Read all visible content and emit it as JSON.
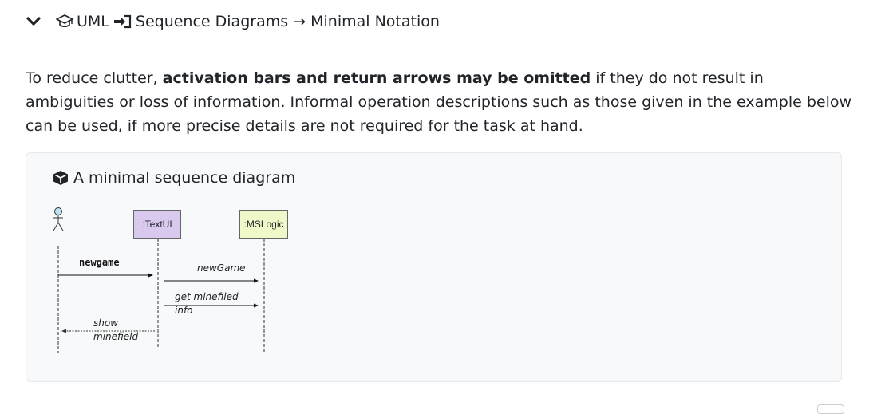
{
  "header": {
    "chevron_icon": "chevron-down-icon",
    "crumb_icon_1": "graduation-cap-icon",
    "crumb_1": "UML",
    "crumb_icon_2": "sign-in-arrow-icon",
    "crumb_2": "Sequence Diagrams → Minimal Notation"
  },
  "paragraph": {
    "pre": "To reduce clutter, ",
    "bold": "activation bars and return arrows may be omitted",
    "post": " if they do not result in ambiguities or loss of information. Informal operation descriptions such as those given in the example below can be used, if more precise details are not required for the task at hand."
  },
  "example": {
    "icon": "cube-icon",
    "title": "A minimal sequence diagram",
    "lifelines": {
      "textui": ":TextUI",
      "mslogic": ":MSLogic"
    },
    "messages": {
      "newgame": "newgame",
      "newGame": "newGame",
      "get_minefield_1": "get minefiled",
      "get_minefield_2": "info",
      "show_1": "show",
      "show_2": "minefield"
    }
  }
}
